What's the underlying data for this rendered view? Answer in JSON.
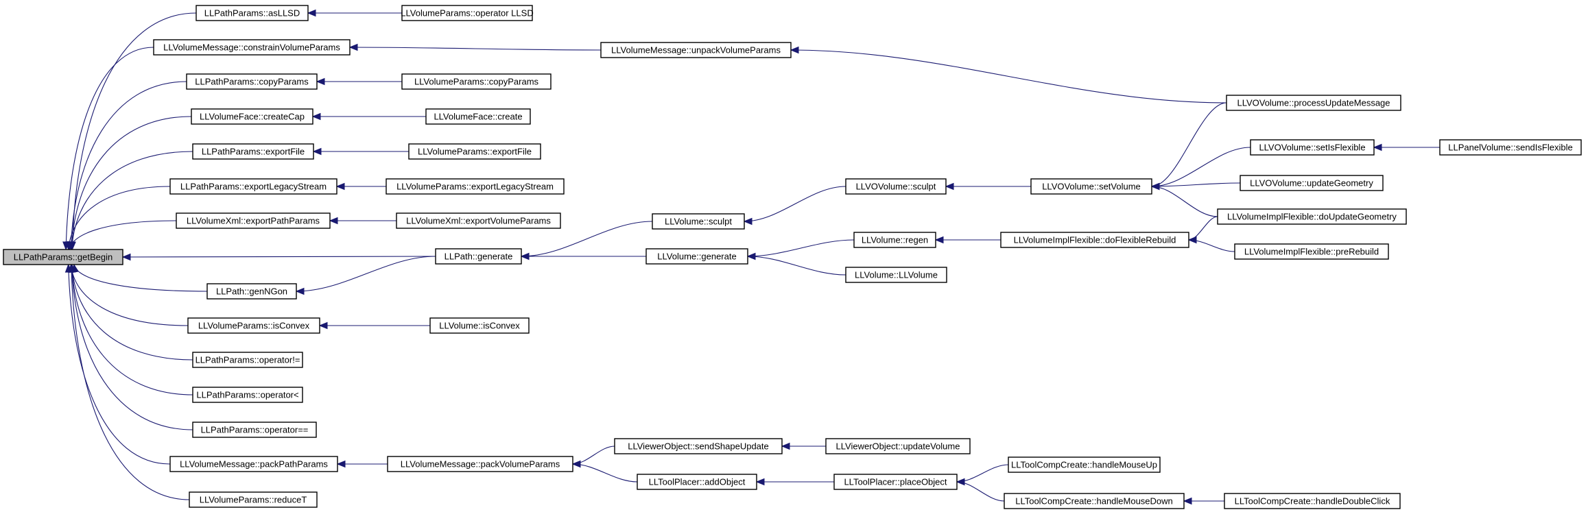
{
  "graph": {
    "edge_color": "#191970",
    "root_fill": "#bfbfbf",
    "nodes": [
      {
        "id": "getBegin",
        "label": "LLPathParams::getBegin",
        "root": true
      },
      {
        "id": "asLLSD",
        "label": "LLPathParams::asLLSD"
      },
      {
        "id": "opLLSD",
        "label": "LLVolumeParams::operator LLSD"
      },
      {
        "id": "constrain",
        "label": "LLVolumeMessage::constrainVolumeParams"
      },
      {
        "id": "unpack",
        "label": "LLVolumeMessage::unpackVolumeParams"
      },
      {
        "id": "processUpdate",
        "label": "LLVOVolume::processUpdateMessage"
      },
      {
        "id": "copyPP",
        "label": "LLPathParams::copyParams"
      },
      {
        "id": "copyVP",
        "label": "LLVolumeParams::copyParams"
      },
      {
        "id": "createCap",
        "label": "LLVolumeFace::createCap"
      },
      {
        "id": "vfCreate",
        "label": "LLVolumeFace::create"
      },
      {
        "id": "exportPP",
        "label": "LLPathParams::exportFile"
      },
      {
        "id": "exportVP",
        "label": "LLVolumeParams::exportFile"
      },
      {
        "id": "legacyPP",
        "label": "LLPathParams::exportLegacyStream"
      },
      {
        "id": "legacyVP",
        "label": "LLVolumeParams::exportLegacyStream"
      },
      {
        "id": "xmlPath",
        "label": "LLVolumeXml::exportPathParams"
      },
      {
        "id": "xmlVol",
        "label": "LLVolumeXml::exportVolumeParams"
      },
      {
        "id": "pathGen",
        "label": "LLPath::generate"
      },
      {
        "id": "volSculpt",
        "label": "LLVolume::sculpt"
      },
      {
        "id": "vovSculpt",
        "label": "LLVOVolume::sculpt"
      },
      {
        "id": "setVolume",
        "label": "LLVOVolume::setVolume"
      },
      {
        "id": "setIsFlexible",
        "label": "LLVOVolume::setIsFlexible"
      },
      {
        "id": "sendIsFlexible",
        "label": "LLPanelVolume::sendIsFlexible"
      },
      {
        "id": "updateGeom",
        "label": "LLVOVolume::updateGeometry"
      },
      {
        "id": "doUpdateGeom",
        "label": "LLVolumeImplFlexible::doUpdateGeometry"
      },
      {
        "id": "volGen",
        "label": "LLVolume::generate"
      },
      {
        "id": "regen",
        "label": "LLVolume::regen"
      },
      {
        "id": "doFlexRebuild",
        "label": "LLVolumeImplFlexible::doFlexibleRebuild"
      },
      {
        "id": "preRebuild",
        "label": "LLVolumeImplFlexible::preRebuild"
      },
      {
        "id": "llvolume",
        "label": "LLVolume::LLVolume"
      },
      {
        "id": "genNGon",
        "label": "LLPath::genNGon"
      },
      {
        "id": "isConvexVP",
        "label": "LLVolumeParams::isConvex"
      },
      {
        "id": "isConvexV",
        "label": "LLVolume::isConvex"
      },
      {
        "id": "opNe",
        "label": "LLPathParams::operator!="
      },
      {
        "id": "opLt",
        "label": "LLPathParams::operator<"
      },
      {
        "id": "opEq",
        "label": "LLPathParams::operator=="
      },
      {
        "id": "packPath",
        "label": "LLVolumeMessage::packPathParams"
      },
      {
        "id": "packVol",
        "label": "LLVolumeMessage::packVolumeParams"
      },
      {
        "id": "sendShape",
        "label": "LLViewerObject::sendShapeUpdate"
      },
      {
        "id": "updateVolume",
        "label": "LLViewerObject::updateVolume"
      },
      {
        "id": "addObject",
        "label": "LLToolPlacer::addObject"
      },
      {
        "id": "placeObject",
        "label": "LLToolPlacer::placeObject"
      },
      {
        "id": "mouseUp",
        "label": "LLToolCompCreate::handleMouseUp"
      },
      {
        "id": "mouseDown",
        "label": "LLToolCompCreate::handleMouseDown"
      },
      {
        "id": "dblClick",
        "label": "LLToolCompCreate::handleDoubleClick"
      },
      {
        "id": "reduceT",
        "label": "LLVolumeParams::reduceT"
      }
    ],
    "edges": [
      {
        "from": "asLLSD",
        "to": "getBegin"
      },
      {
        "from": "constrain",
        "to": "getBegin"
      },
      {
        "from": "copyPP",
        "to": "getBegin"
      },
      {
        "from": "createCap",
        "to": "getBegin"
      },
      {
        "from": "exportPP",
        "to": "getBegin"
      },
      {
        "from": "legacyPP",
        "to": "getBegin"
      },
      {
        "from": "xmlPath",
        "to": "getBegin"
      },
      {
        "from": "pathGen",
        "to": "getBegin"
      },
      {
        "from": "genNGon",
        "to": "getBegin"
      },
      {
        "from": "isConvexVP",
        "to": "getBegin"
      },
      {
        "from": "opNe",
        "to": "getBegin"
      },
      {
        "from": "opLt",
        "to": "getBegin"
      },
      {
        "from": "opEq",
        "to": "getBegin"
      },
      {
        "from": "packPath",
        "to": "getBegin"
      },
      {
        "from": "reduceT",
        "to": "getBegin"
      },
      {
        "from": "opLLSD",
        "to": "asLLSD"
      },
      {
        "from": "unpack",
        "to": "constrain"
      },
      {
        "from": "processUpdate",
        "to": "unpack"
      },
      {
        "from": "copyVP",
        "to": "copyPP"
      },
      {
        "from": "vfCreate",
        "to": "createCap"
      },
      {
        "from": "exportVP",
        "to": "exportPP"
      },
      {
        "from": "legacyVP",
        "to": "legacyPP"
      },
      {
        "from": "xmlVol",
        "to": "xmlPath"
      },
      {
        "from": "volSculpt",
        "to": "pathGen"
      },
      {
        "from": "volGen",
        "to": "pathGen"
      },
      {
        "from": "pathGen",
        "to": "genNGon"
      },
      {
        "from": "vovSculpt",
        "to": "volSculpt"
      },
      {
        "from": "setVolume",
        "to": "vovSculpt"
      },
      {
        "from": "processUpdate",
        "to": "setVolume"
      },
      {
        "from": "setIsFlexible",
        "to": "setVolume"
      },
      {
        "from": "updateGeom",
        "to": "setVolume"
      },
      {
        "from": "doUpdateGeom",
        "to": "setVolume"
      },
      {
        "from": "sendIsFlexible",
        "to": "setIsFlexible"
      },
      {
        "from": "regen",
        "to": "volGen"
      },
      {
        "from": "llvolume",
        "to": "volGen"
      },
      {
        "from": "doFlexRebuild",
        "to": "regen"
      },
      {
        "from": "doUpdateGeom",
        "to": "doFlexRebuild"
      },
      {
        "from": "preRebuild",
        "to": "doFlexRebuild"
      },
      {
        "from": "isConvexV",
        "to": "isConvexVP"
      },
      {
        "from": "packVol",
        "to": "packPath"
      },
      {
        "from": "sendShape",
        "to": "packVol"
      },
      {
        "from": "addObject",
        "to": "packVol"
      },
      {
        "from": "updateVolume",
        "to": "sendShape"
      },
      {
        "from": "placeObject",
        "to": "addObject"
      },
      {
        "from": "mouseUp",
        "to": "placeObject"
      },
      {
        "from": "mouseDown",
        "to": "placeObject"
      },
      {
        "from": "dblClick",
        "to": "mouseDown"
      }
    ]
  }
}
